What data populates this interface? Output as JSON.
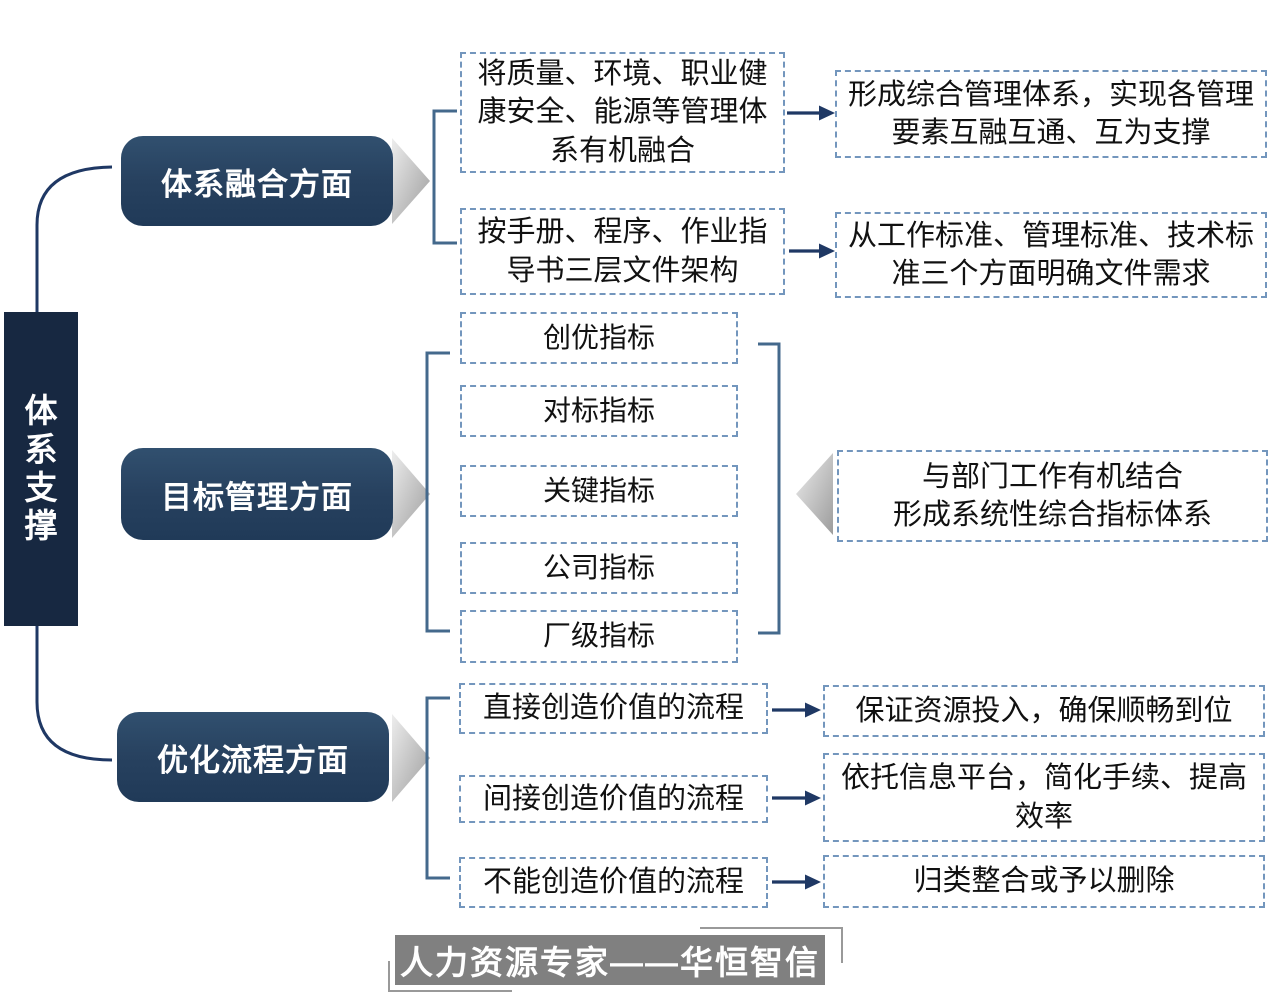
{
  "diagram": {
    "root": {
      "label": "体系支撑"
    },
    "branch1": {
      "label": "体系融合方面",
      "row1": {
        "left": "将质量、环境、职业健康安全、能源等管理体系有机融合",
        "right": "形成综合管理体系，实现各管理要素互融互通、互为支撑"
      },
      "row2": {
        "left": "按手册、程序、作业指导书三层文件架构",
        "right": "从工作标准、管理标准、技术标准三个方面明确文件需求"
      }
    },
    "branch2": {
      "label": "目标管理方面",
      "indicators": [
        "创优指标",
        "对标指标",
        "关键指标",
        "公司指标",
        "厂级指标"
      ],
      "summary_line1": "与部门工作有机结合",
      "summary_line2": "形成系统性综合指标体系"
    },
    "branch3": {
      "label": "优化流程方面",
      "row1": {
        "left": "直接创造价值的流程",
        "right": "保证资源投入，确保顺畅到位"
      },
      "row2": {
        "left": "间接创造价值的流程",
        "right": "依托信息平台，简化手续、提高效率"
      },
      "row3": {
        "left": "不能创造价值的流程",
        "right": "归类整合或予以删除"
      }
    },
    "footer": {
      "brand": "人力资源专家——华恒智信"
    }
  },
  "colors": {
    "root_navy": "#172841",
    "pill_navy": "#27415F",
    "connector_navy": "#1F3864",
    "bracket_blue": "#44698C",
    "dashed_border": "#7396BD",
    "chevron_gray": "#B5B5B5",
    "banner_gray": "#808080",
    "text_black": "#111111",
    "text_white": "#FFFFFF"
  }
}
